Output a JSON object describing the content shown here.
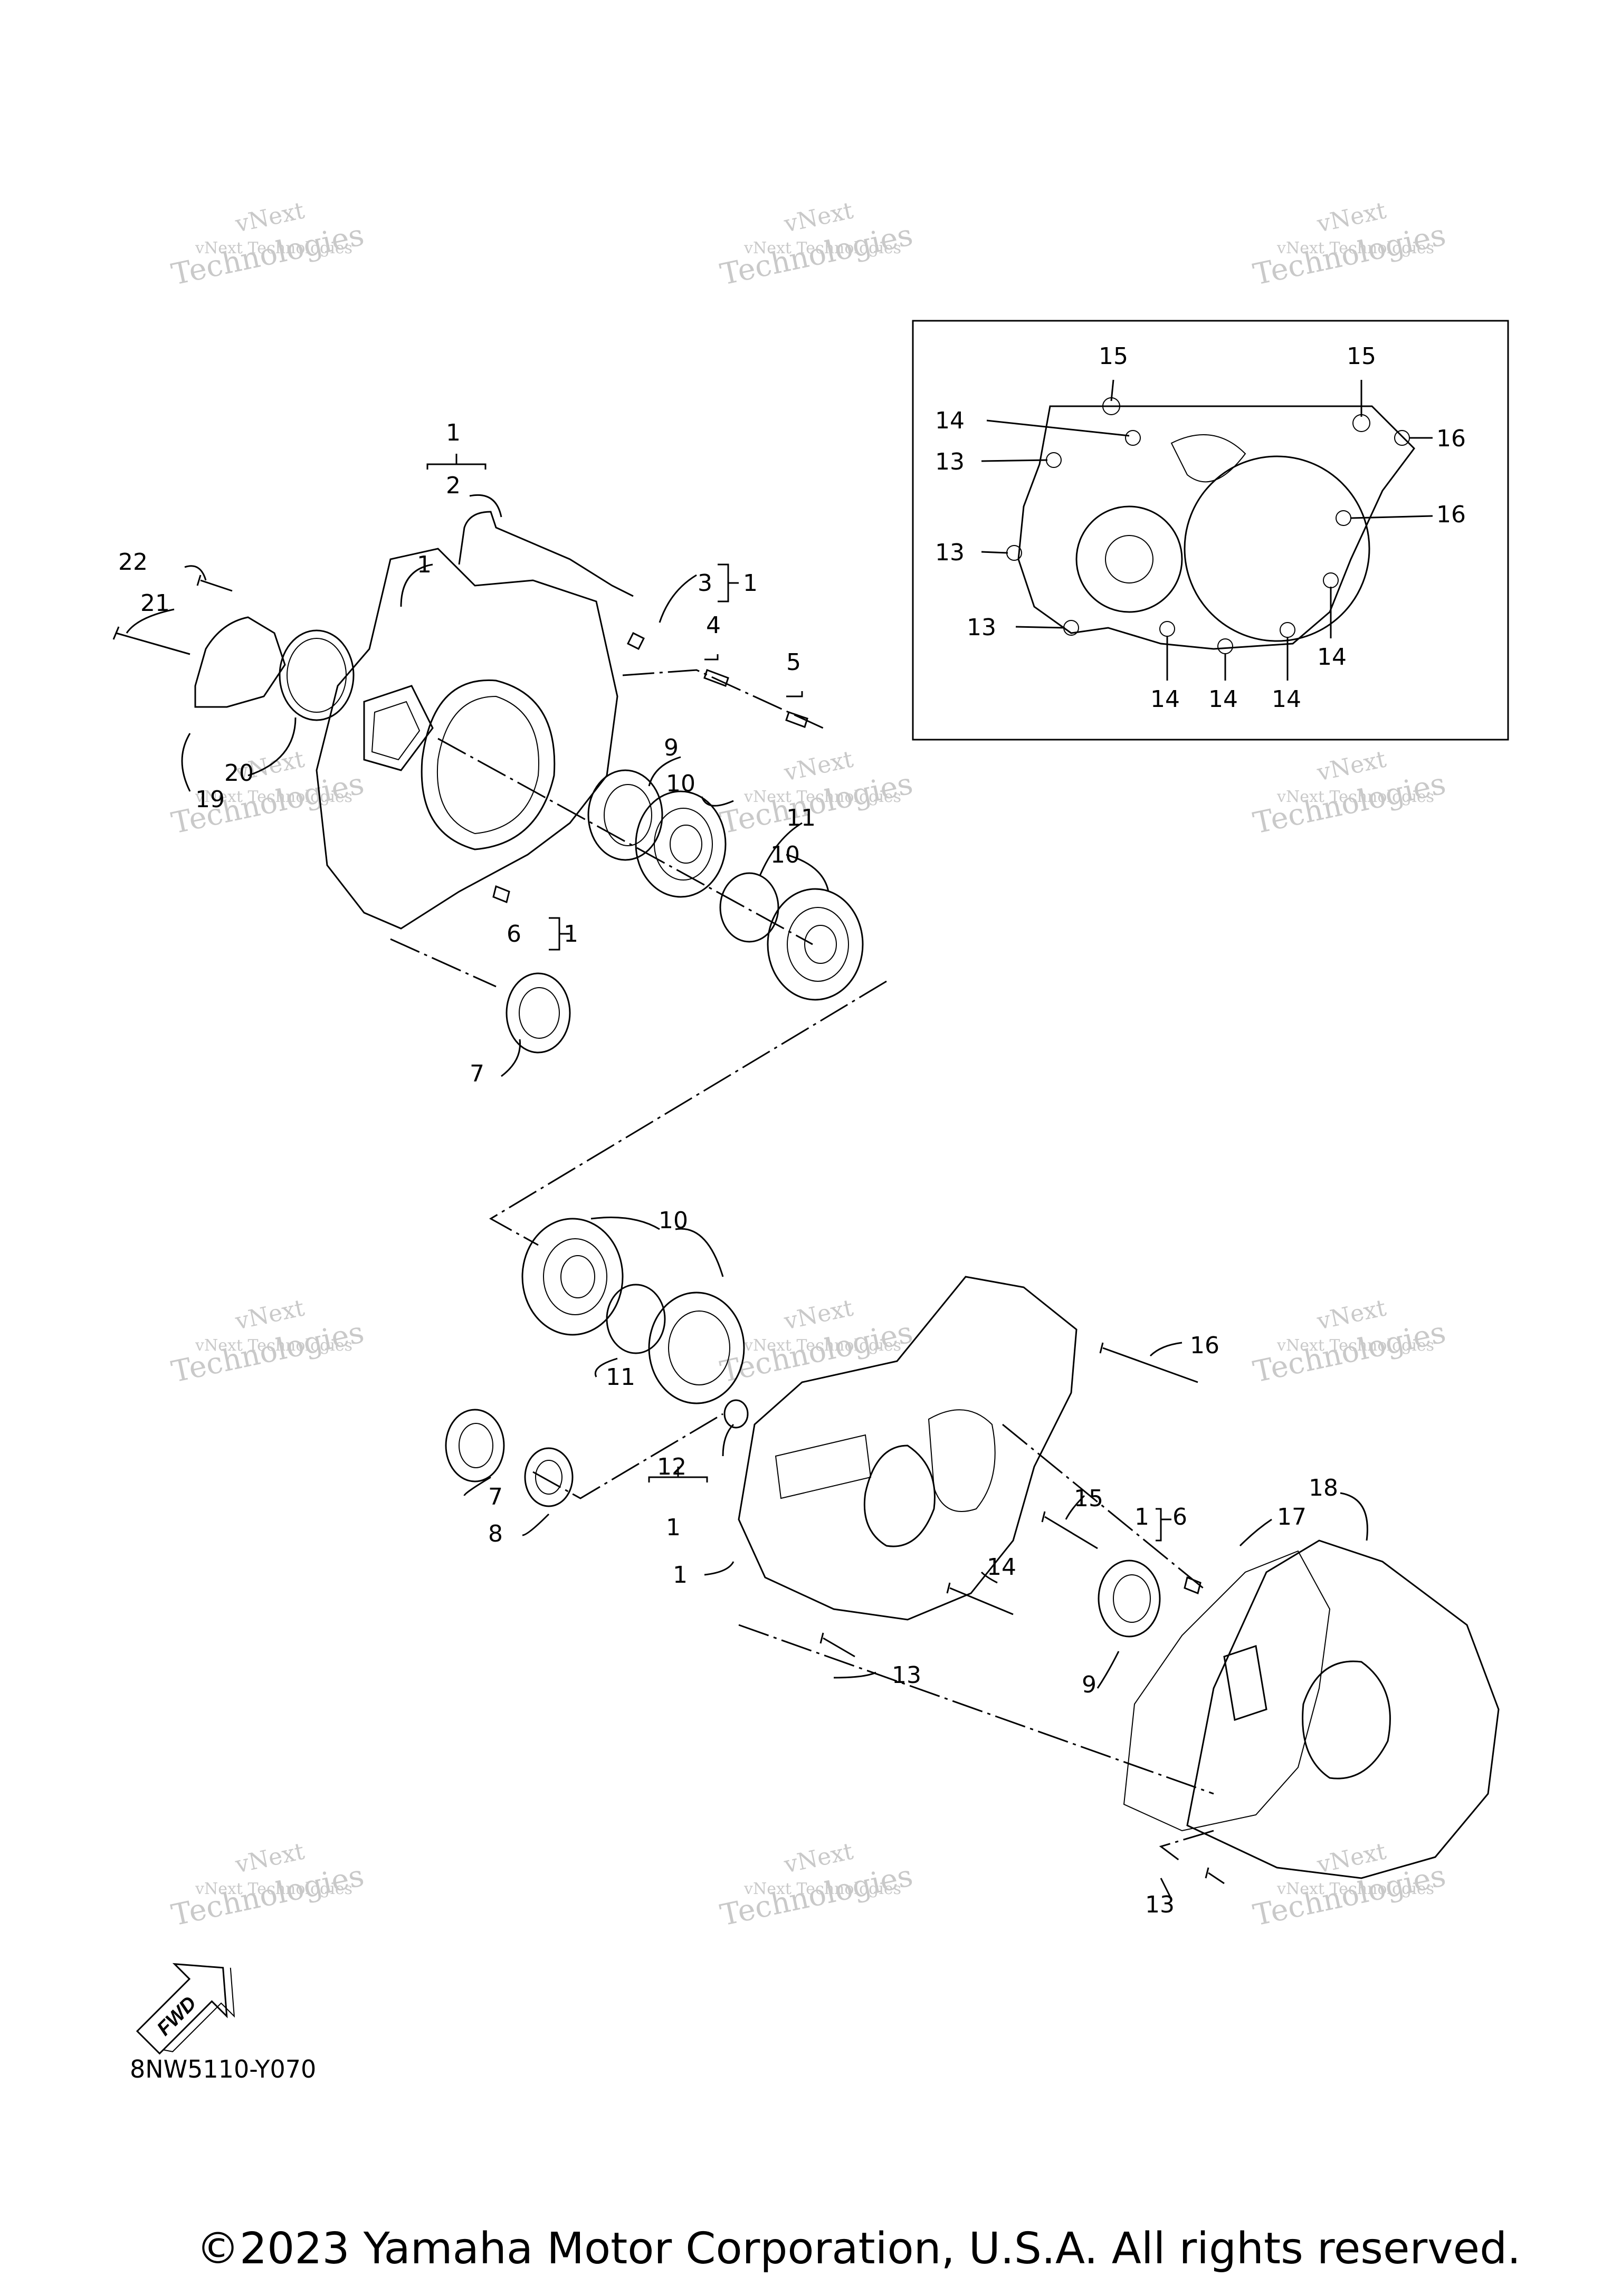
{
  "watermark": {
    "line1": "vNext Technologies",
    "line2": "vNext",
    "line3": "Technologies"
  },
  "callouts": {
    "c1": "1",
    "c2": "2",
    "c3": "3",
    "c4": "4",
    "c5": "5",
    "c6": "6",
    "c7": "7",
    "c8": "8",
    "c9": "9",
    "c10": "10",
    "c11": "11",
    "c12": "12",
    "c13": "13",
    "c14": "14",
    "c15": "15",
    "c16": "16",
    "c17": "17",
    "c18": "18",
    "c19": "19",
    "c20": "20",
    "c21": "21",
    "c22": "22"
  },
  "fwd_label": "FWD",
  "part_code": "8NW5110-Y070",
  "copyright": "©2023 Yamaha Motor Corporation, U.S.A. All rights reserved."
}
